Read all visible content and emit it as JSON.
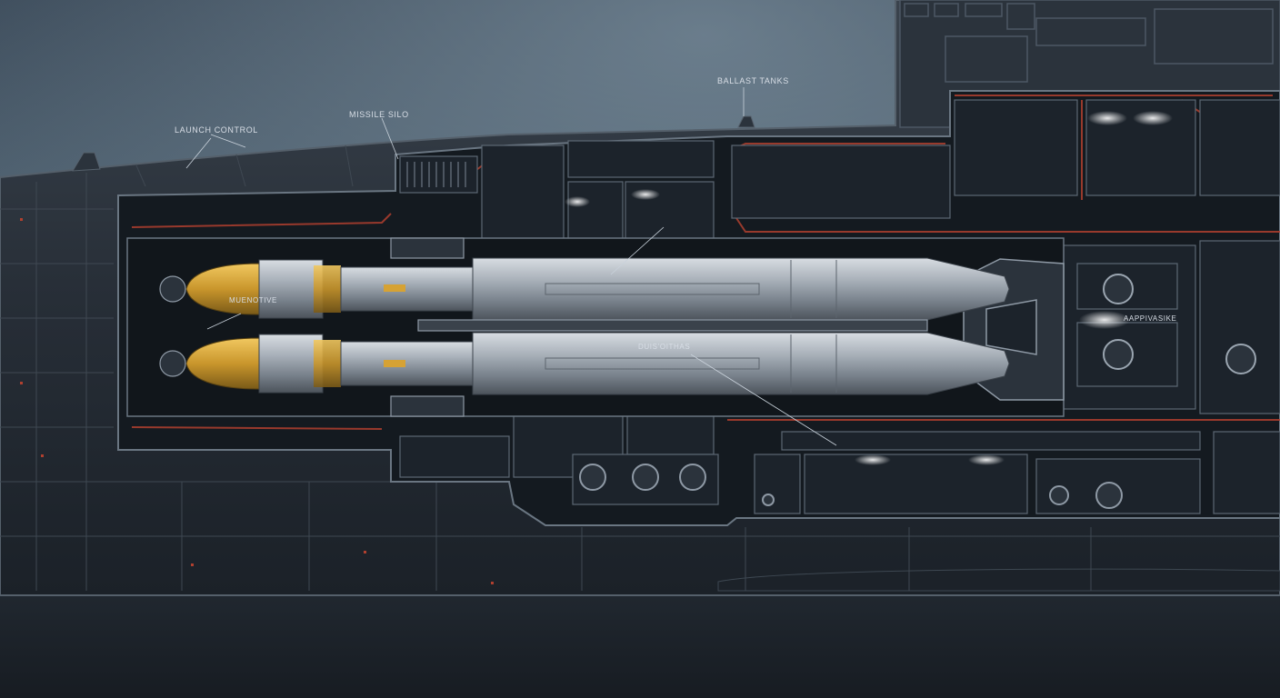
{
  "labels": {
    "launch_control": "LAUNCH CONTROL",
    "missile_silo": "MISSILE SILO",
    "ballast_tanks": "BALLAST TANKS",
    "warhead": "MUENOTIVE",
    "guidance": "DUIS’OITHAS",
    "aft": "AAPPIVASIKE"
  },
  "colors": {
    "background": "#1f2730",
    "hull": "#262d36",
    "interior": "#151a20",
    "wiring": "#b0402f",
    "missile_body": "#9aa3ad",
    "warhead": "#c9962c",
    "lights": "#e6eef7"
  }
}
